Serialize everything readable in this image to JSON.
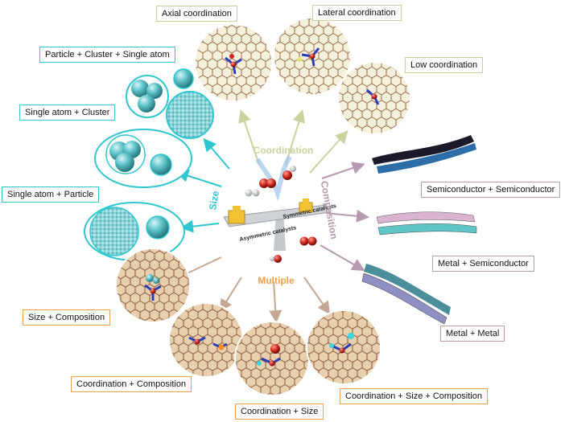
{
  "colors": {
    "coordination": "#c9d29e",
    "size": "#2ec7cf",
    "composition": "#b89ab0",
    "multiple": "#f0a04b",
    "graphene_light": "#f6f1dc",
    "graphene_warm": "#e8cfae",
    "cyan_sphere": "#62c6cc"
  },
  "categories": {
    "coordination": "Coordination",
    "size": "Size",
    "composition": "Composition",
    "multiple": "Multiple"
  },
  "center": {
    "left_caption": "Asymmetric catalysts",
    "right_caption": "Symmetric catalysts"
  },
  "coordination_labels": {
    "axial": "Axial coordination",
    "lateral": "Lateral coordination",
    "low": "Low coordination"
  },
  "size_labels": {
    "particle_cluster_single": "Particle + Cluster + Single atom",
    "single_cluster": "Single atom + Cluster",
    "single_particle": "Single atom + Particle"
  },
  "composition_labels": {
    "semi_semi": "Semiconductor + Semiconductor",
    "metal_semi": "Metal + Semiconductor",
    "metal_metal": "Metal + Metal"
  },
  "multiple_labels": {
    "size_comp": "Size + Composition",
    "coord_comp": "Coordination + Composition",
    "coord_size": "Coordination + Size",
    "coord_size_comp": "Coordination + Size + Composition"
  }
}
